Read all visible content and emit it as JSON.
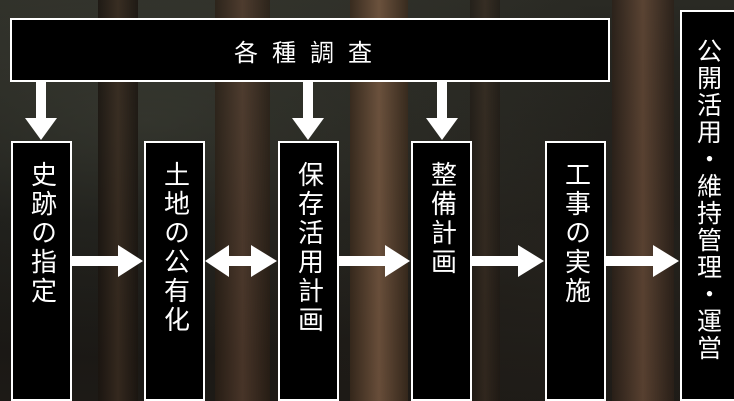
{
  "diagram": {
    "top_bar": {
      "label": "各種調査"
    },
    "steps": [
      {
        "id": "designation",
        "label": "史跡の指定"
      },
      {
        "id": "land",
        "label": "土地の公有化"
      },
      {
        "id": "preservation-plan",
        "label": "保存活用計画"
      },
      {
        "id": "maintenance-plan",
        "label": "整備計画"
      },
      {
        "id": "construction",
        "label": "工事の実施"
      }
    ],
    "final_step": {
      "label": "公開活用・維持管理・運営"
    },
    "colors": {
      "box_fill": "#000000",
      "box_border": "#ffffff",
      "text": "#ffffff",
      "arrow": "#ffffff"
    }
  }
}
